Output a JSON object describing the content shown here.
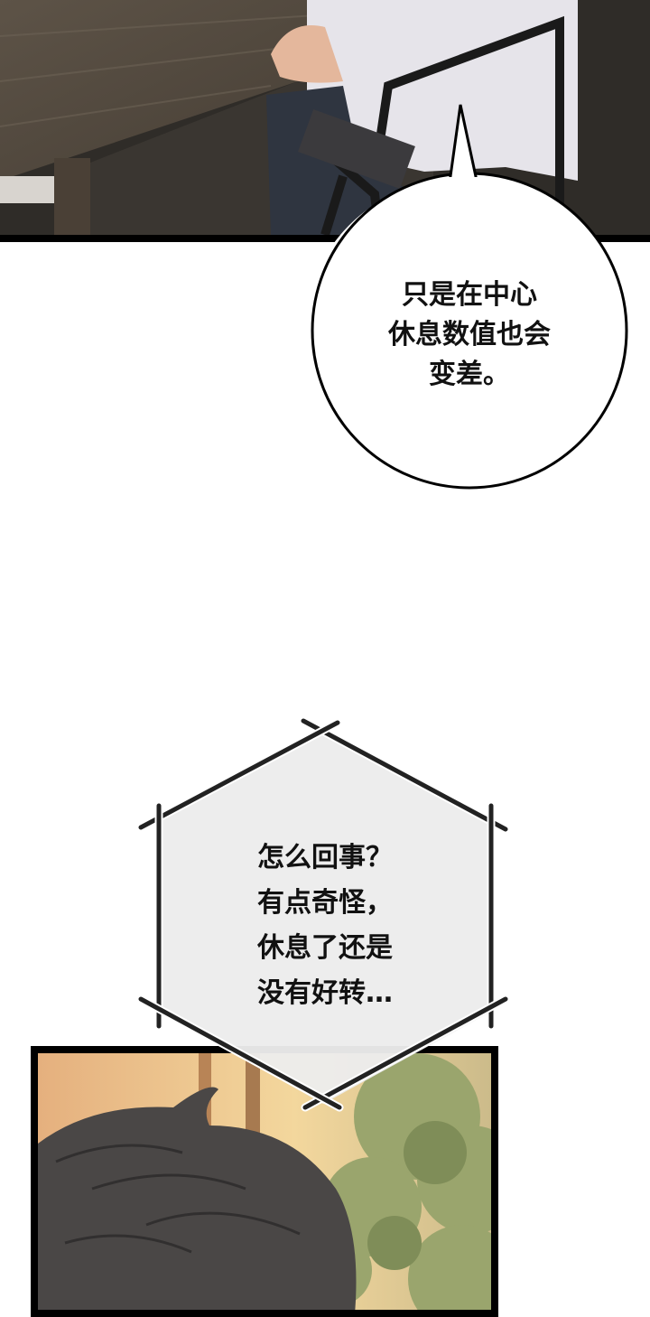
{
  "speech_bubble": {
    "lines": [
      "只是在中心",
      "休息数值也会",
      "变差。"
    ]
  },
  "thought_bubble": {
    "lines": [
      "怎么回事？",
      "有点奇怪，",
      "休息了还是",
      "没有好转…"
    ]
  },
  "colors": {
    "frame": "#000000",
    "page_background": "#ffffff",
    "table_wood": "#5a5044",
    "thought_fill": "#ececec"
  }
}
